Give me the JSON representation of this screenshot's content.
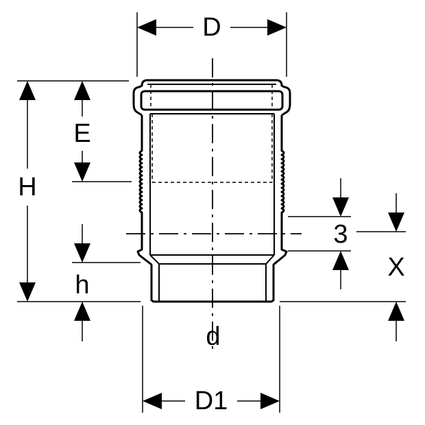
{
  "diagram": {
    "labels": {
      "D": "D",
      "D1": "D1",
      "E": "E",
      "H": "H",
      "h": "h",
      "d": "d",
      "three": "3",
      "X": "X"
    },
    "colors": {
      "stroke": "#000000",
      "background": "#ffffff"
    }
  }
}
